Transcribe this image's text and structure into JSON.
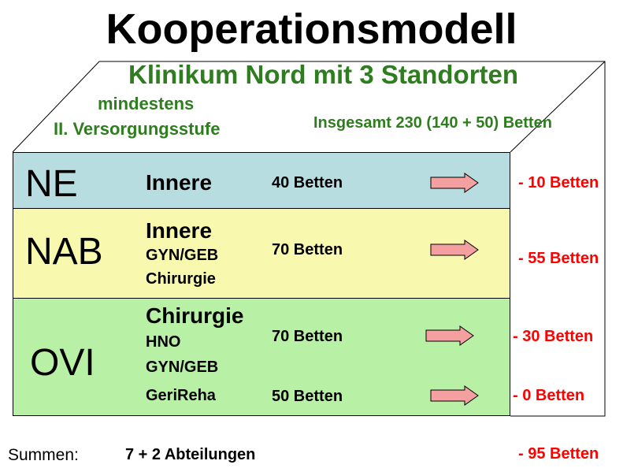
{
  "title": "Kooperationsmodell",
  "subtitle": "Klinikum Nord mit 3 Standorten",
  "level_line1": "mindestens",
  "level_line2": "II. Versorgungsstufe",
  "total_beds": "Insgesamt 230 (140 + 50) Betten",
  "sites": [
    {
      "code": "NE",
      "departments": [
        "Innere"
      ],
      "beds": [
        "40 Betten"
      ],
      "reduction": [
        "- 10 Betten"
      ],
      "color": "#b8dde1"
    },
    {
      "code": "NAB",
      "departments": [
        "Innere",
        "GYN/GEB",
        "Chirurgie"
      ],
      "beds": [
        "70 Betten"
      ],
      "reduction": [
        "- 55 Betten"
      ],
      "color": "#f8f8ae"
    },
    {
      "code": "OVI",
      "departments": [
        "Chirurgie",
        "HNO",
        "GYN/GEB",
        "GeriReha"
      ],
      "beds": [
        "70 Betten",
        "50 Betten"
      ],
      "reduction": [
        "- 30 Betten",
        "-  0 Betten"
      ],
      "color": "#b8f0a6"
    }
  ],
  "summary": {
    "label": "Summen:",
    "departments": "7 + 2 Abteilungen",
    "reduction": "- 95 Betten"
  },
  "colors": {
    "title_text": "#000000",
    "subtitle_text": "#2e7d1e",
    "reduction_text": "#ff0000",
    "arrow_fill": "#f4a0a0"
  },
  "icons": [
    "arrow-right-icon"
  ]
}
